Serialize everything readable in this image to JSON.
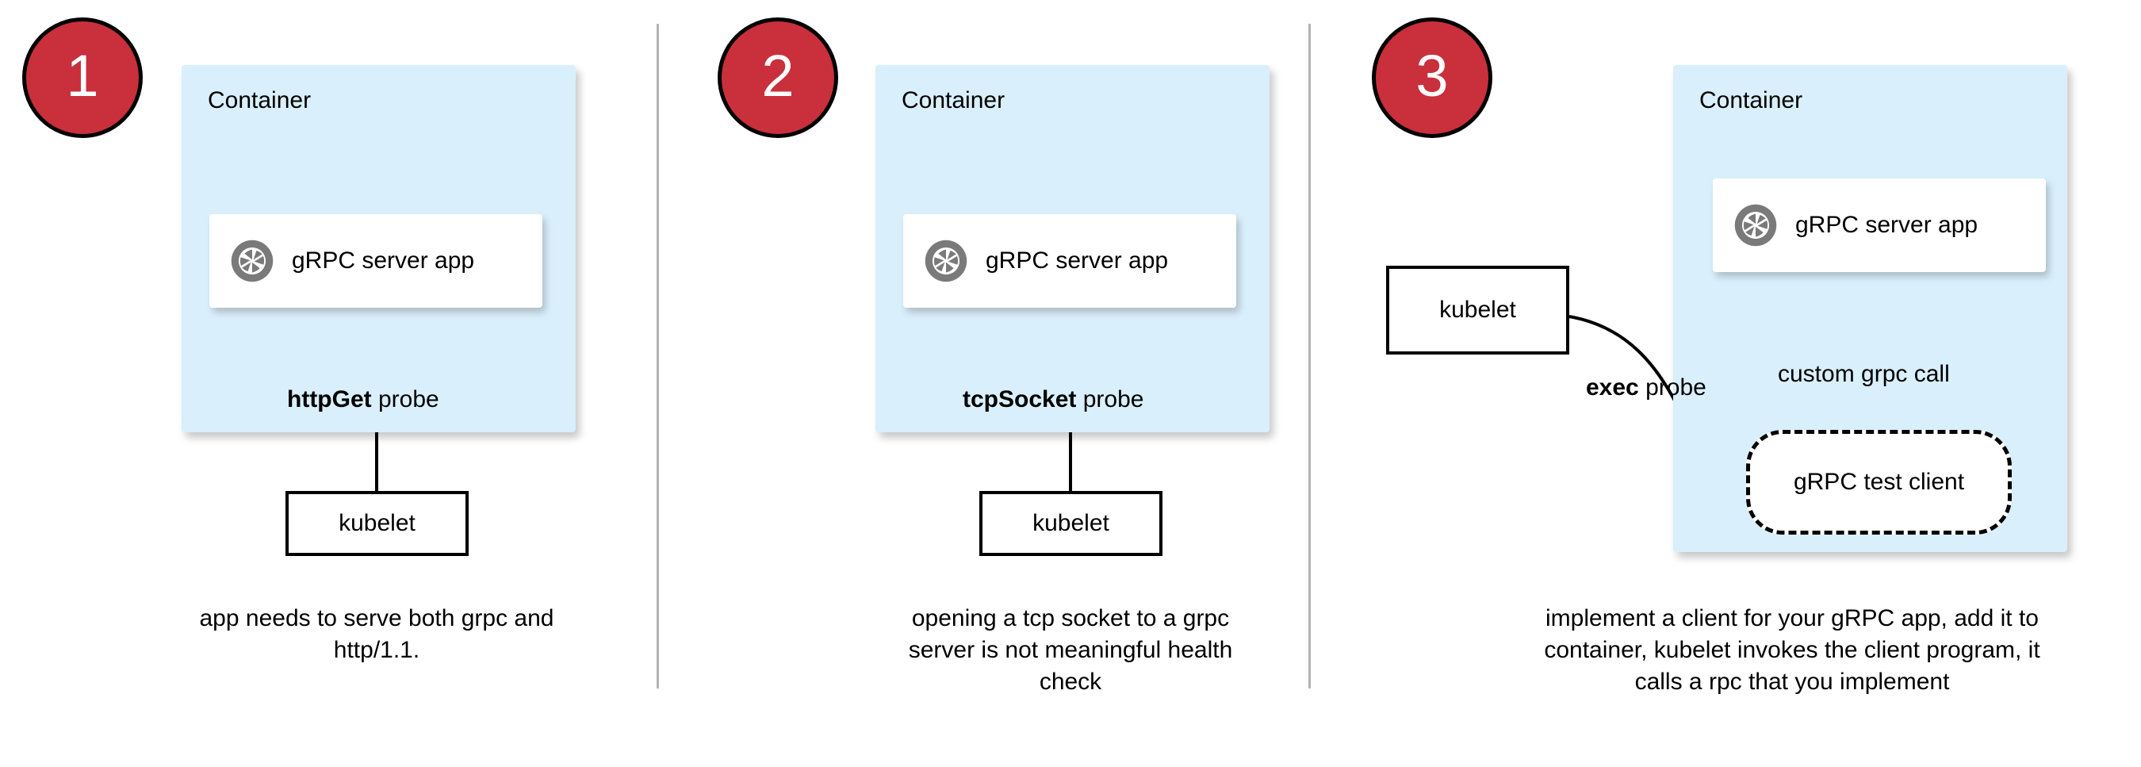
{
  "diagram": {
    "title": "gRPC health check probe options",
    "colors": {
      "badge_red": "#c9303c",
      "container_blue": "#d9effb",
      "card_white": "#ffffff",
      "logo_grey": "#7a7a7a",
      "divider_grey": "#b3b3b3",
      "stroke_black": "#000000"
    },
    "panels": [
      {
        "badge": "1",
        "container_label": "Container",
        "app_card": {
          "icon": "grpc-logo-icon",
          "label": "gRPC server app"
        },
        "probe_label_bold": "httpGet",
        "probe_label_rest": " probe",
        "kubelet_label": "kubelet",
        "caption": "app needs to serve both grpc and http/1.1."
      },
      {
        "badge": "2",
        "container_label": "Container",
        "app_card": {
          "icon": "grpc-logo-icon",
          "label": "gRPC server app"
        },
        "probe_label_bold": "tcpSocket",
        "probe_label_rest": " probe",
        "kubelet_label": "kubelet",
        "caption": "opening a tcp socket to a grpc server is not meaningful health check"
      },
      {
        "badge": "3",
        "container_label": "Container",
        "app_card": {
          "icon": "grpc-logo-icon",
          "label": "gRPC server app"
        },
        "probe_label_bold": "exec",
        "probe_label_rest": " probe",
        "call_label": "custom grpc call",
        "test_client_label": "gRPC test client",
        "kubelet_label": "kubelet",
        "caption": "implement a client for your gRPC app, add it to container, kubelet invokes the client program, it calls a rpc that you implement"
      }
    ]
  }
}
